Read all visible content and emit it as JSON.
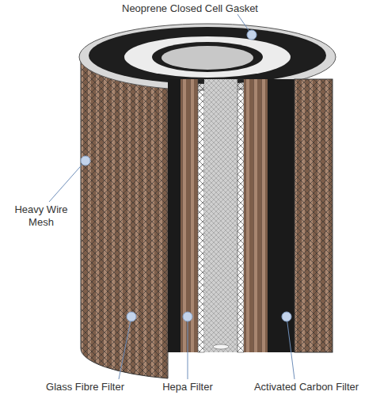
{
  "diagram": {
    "labels": [
      "Neoprene Closed Cell Gasket",
      "Heavy Wire Mesh",
      "Glass Fibre Filter",
      "Hepa Filter",
      "Activated Carbon Filter"
    ]
  }
}
